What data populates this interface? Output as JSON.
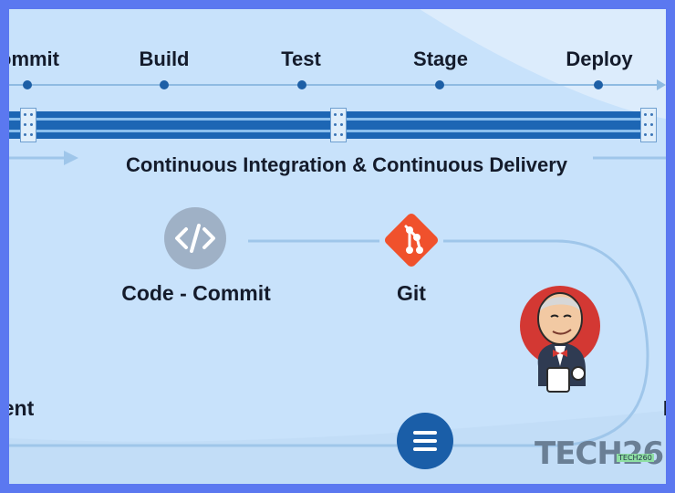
{
  "stages": [
    {
      "label": "ommit"
    },
    {
      "label": "Build"
    },
    {
      "label": "Test"
    },
    {
      "label": "Stage"
    },
    {
      "label": "Deploy"
    }
  ],
  "pipeline_title": "Continuous Integration & Continuous Delivery",
  "nodes": {
    "code_commit": {
      "label": "Code - Commit",
      "icon": "code-icon"
    },
    "git": {
      "label": "Git",
      "icon": "git-icon"
    },
    "jenkins": {
      "icon": "jenkins-butler-icon"
    },
    "left_partial": {
      "label": "ent"
    },
    "right_partial": {
      "label": "I"
    }
  },
  "menu_button": {
    "icon": "hamburger-menu-icon"
  },
  "watermark": {
    "main": "TECH26",
    "small": "TECH260"
  },
  "colors": {
    "background": "#c8e2fb",
    "border": "#5b78f0",
    "accent_blue": "#1d66b4",
    "git_orange": "#f0512c",
    "code_gray": "#9fb1c6",
    "text": "#141b2b"
  }
}
